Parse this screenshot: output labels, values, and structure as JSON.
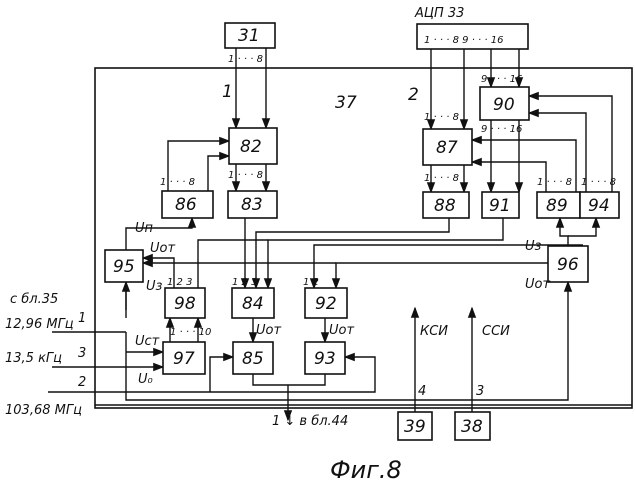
{
  "blocks": {
    "b31": "31",
    "b33": "АЦП 33",
    "b37": "37",
    "b82": "82",
    "b83": "83",
    "b84": "84",
    "b85": "85",
    "b86": "86",
    "b87": "87",
    "b88": "88",
    "b89": "89",
    "b90": "90",
    "b91": "91",
    "b92": "92",
    "b93": "93",
    "b94": "94",
    "b95": "95",
    "b96": "96",
    "b97": "97",
    "b98": "98",
    "b38": "38",
    "b39": "39"
  },
  "buses": {
    "bus1": "1",
    "bus2": "2"
  },
  "pins": {
    "p1_8": "1 · · · 8",
    "p9_16": "9 · · · 16",
    "p1_16": "1 · · · 8   9 · · · 16",
    "p1_10": "1 · · · 10",
    "p123": "1 2 3",
    "p12": "1 2",
    "one": "1",
    "eight": "8"
  },
  "signals": {
    "un": "Uп",
    "uot": "Uот",
    "uz": "Uз",
    "ust": "Uст",
    "u0": "U₀",
    "ksi": "КСИ",
    "ssi": "ССИ",
    "k4": "4",
    "k3": "3"
  },
  "inputs": {
    "source": "с бл.35",
    "f1": "12,96 МГц",
    "n1": "1",
    "f3": "13,5 кГц",
    "n3": "3",
    "n2": "2",
    "f2": "103,68 МГц"
  },
  "output": {
    "label": "1 ↓ в бл.44"
  },
  "caption": "Фиг.8"
}
